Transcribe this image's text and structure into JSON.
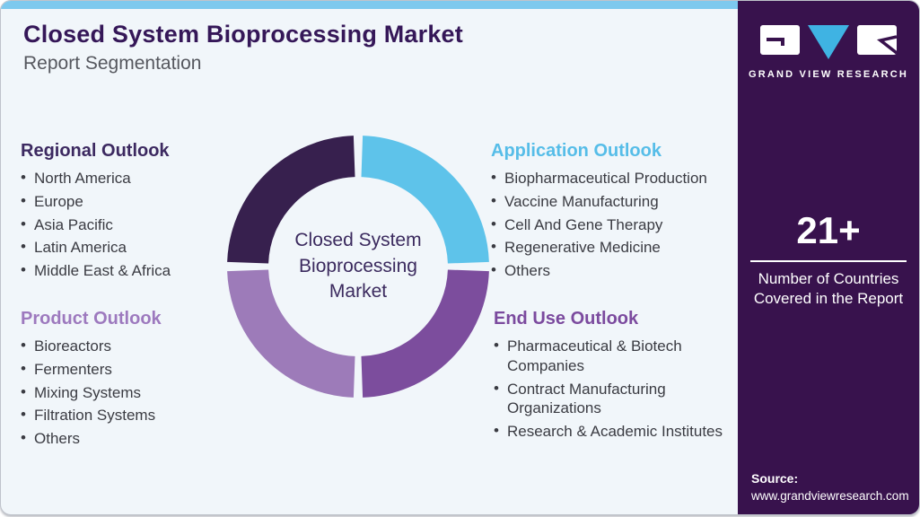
{
  "header": {
    "title": "Closed System Bioprocessing Market",
    "subtitle": "Report Segmentation"
  },
  "chart_data": {
    "type": "pie",
    "style": "donut",
    "title": "Closed System Bioprocessing Market segmentation wheel",
    "center_lines": [
      "Closed System",
      "Bioprocessing",
      "Market"
    ],
    "segments": [
      {
        "label": "Application Outlook",
        "value": 25,
        "color": "#5ec3ea",
        "position": "top-right"
      },
      {
        "label": "End Use Outlook",
        "value": 25,
        "color": "#7c4d9d",
        "position": "bottom-right"
      },
      {
        "label": "Product Outlook",
        "value": 25,
        "color": "#9d7bb9",
        "position": "bottom-left"
      },
      {
        "label": "Regional Outlook",
        "value": 25,
        "color": "#37204e",
        "position": "top-left"
      }
    ]
  },
  "quadrants": [
    {
      "title": "Regional Outlook",
      "color": "#3c2960",
      "items": [
        "North America",
        "Europe",
        "Asia Pacific",
        "Latin America",
        "Middle East & Africa"
      ]
    },
    {
      "title": "Application Outlook",
      "color": "#56bde8",
      "items": [
        "Biopharmaceutical Production",
        "Vaccine Manufacturing",
        "Cell And Gene Therapy",
        "Regenerative Medicine",
        "Others"
      ]
    },
    {
      "title": "Product Outlook",
      "color": "#9d79be",
      "items": [
        "Bioreactors",
        "Fermenters",
        "Mixing Systems",
        "Filtration Systems",
        "Others"
      ]
    },
    {
      "title": "End Use Outlook",
      "color": "#7b4a9e",
      "items": [
        "Pharmaceutical & Biotech Companies",
        "Contract Manufacturing Organizations",
        "Research & Academic Institutes"
      ]
    }
  ],
  "sidebar": {
    "logo": {
      "wordmark": "GRAND VIEW RESEARCH",
      "triangle_color": "#3fb3e3"
    },
    "stat": {
      "value": "21+",
      "label": "Number of Countries Covered in the Report"
    },
    "source": {
      "label": "Source:",
      "url": "www.grandviewresearch.com"
    }
  },
  "colors": {
    "accent_bar": "#7dc9ee",
    "card_bg": "#f1f6fa",
    "sidebar_bg": "#38124d",
    "title": "#351758",
    "subtitle": "#55575e",
    "body_text": "#3a3b42"
  }
}
